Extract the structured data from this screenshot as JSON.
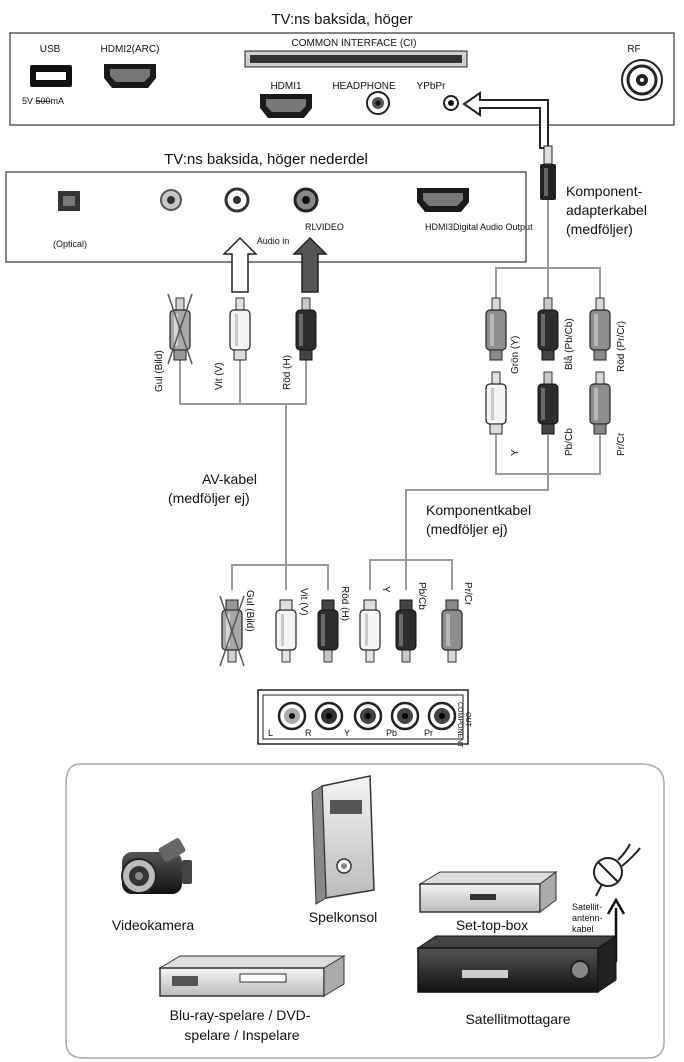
{
  "top_panel": {
    "title": "TV:ns baksida, höger",
    "usb": "USB",
    "usb_power_prefix": "5V ",
    "usb_power_struck": "500",
    "usb_power_suffix": "mA",
    "hdmi2": "HDMI2(ARC)",
    "ci": "COMMON  INTERFACE (CI)",
    "hdmi1": "HDMI1",
    "headphone": "HEADPHONE",
    "ypbpr": "YPbPr",
    "rf": "RF"
  },
  "bottom_panel": {
    "title": "TV:ns baksida, höger nederdel",
    "optical": "(Optical)",
    "audio_in": "Audio in",
    "rl": "R",
    "lvideo": "LVIDEO",
    "hdmi3": "HDMI3",
    "digital_audio_output": "Digital Audio Output"
  },
  "adapter": {
    "line1": "Komponent-",
    "line2": "adapterkabel",
    "line3": "(medföljer)"
  },
  "tv_side_plugs": {
    "av": [
      "Gul (Bild)",
      "Vit (V)",
      "Röd (H)"
    ],
    "component_adapter": [
      "Grön (Y)",
      "Blå (Pb/Cb)",
      "Röd (Pr/Cr)"
    ],
    "component": [
      "Y",
      "Pb/Cb",
      "Pr/Cr"
    ]
  },
  "av_cable": {
    "line1": "AV-kabel",
    "line2": "(medföljer ej)"
  },
  "component_cable": {
    "line1": "Komponentkabel",
    "line2": "(medföljer ej)"
  },
  "device_plugs": {
    "av": [
      "Gul (Bild)",
      "Vit (V)",
      "Röd (H)"
    ],
    "component": [
      "Y",
      "Pb/Cb",
      "Pr/Cr"
    ]
  },
  "device_panel": {
    "component_out": [
      "COMPONENT",
      "OUT"
    ],
    "jack_labels": [
      "L",
      "R",
      "Y",
      "Pb",
      "Pr"
    ]
  },
  "devices": {
    "videokamera": "Videokamera",
    "spelkonsol": "Spelkonsol",
    "settopbox": "Set-top-box",
    "satellit_antenn": [
      "Satellit-",
      "antenn-",
      "kabel"
    ],
    "bluray": [
      "Blu-ray-spelare / DVD-",
      "spelare / Inspelare"
    ],
    "satellitmottagare": "Satellitmottagare"
  },
  "colors": {
    "jack_black": "#1a1a1a",
    "jack_grey": "#bdbdbd",
    "plug_dark": "#333333",
    "plug_mid": "#8c8c8c",
    "plug_light": "#d9d9d9",
    "cable": "#9a9a9a"
  }
}
